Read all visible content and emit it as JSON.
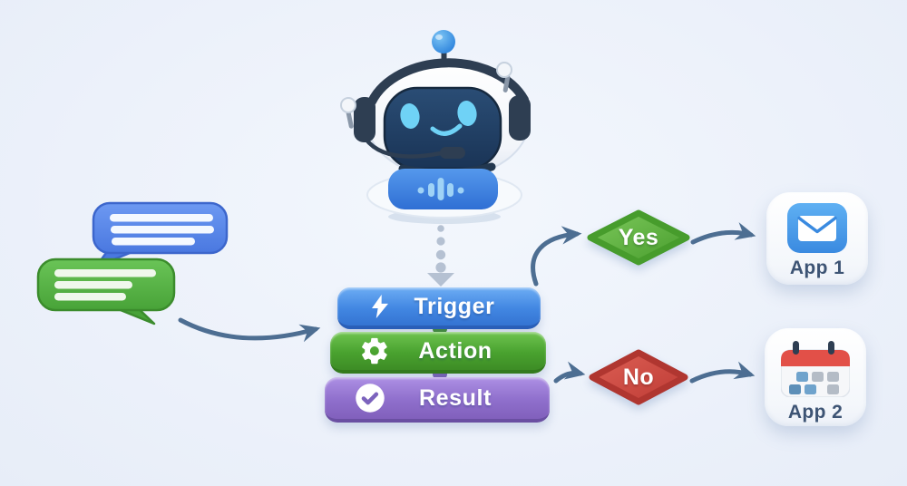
{
  "workflow": {
    "steps": [
      {
        "label": "Trigger",
        "icon": "lightning-icon",
        "color": "#4287e2"
      },
      {
        "label": "Action",
        "icon": "gear-icon",
        "color": "#49a22f"
      },
      {
        "label": "Result",
        "icon": "check-circle-icon",
        "color": "#8f6fcc"
      }
    ],
    "decisions": [
      {
        "label": "Yes",
        "color": "#55aa38"
      },
      {
        "label": "No",
        "color": "#cc443e"
      }
    ],
    "apps": [
      {
        "label": "App 1",
        "icon": "mail-icon"
      },
      {
        "label": "App 2",
        "icon": "calendar-icon"
      }
    ]
  },
  "illustration": {
    "robot": "chatbot-robot-mascot",
    "speech_bubbles": [
      "blue-chat-bubble",
      "green-chat-bubble"
    ],
    "background_color": "#ecf1fa",
    "arrow_color": "#4d6e92",
    "dotted_connector_color": "#b5c1d2"
  }
}
